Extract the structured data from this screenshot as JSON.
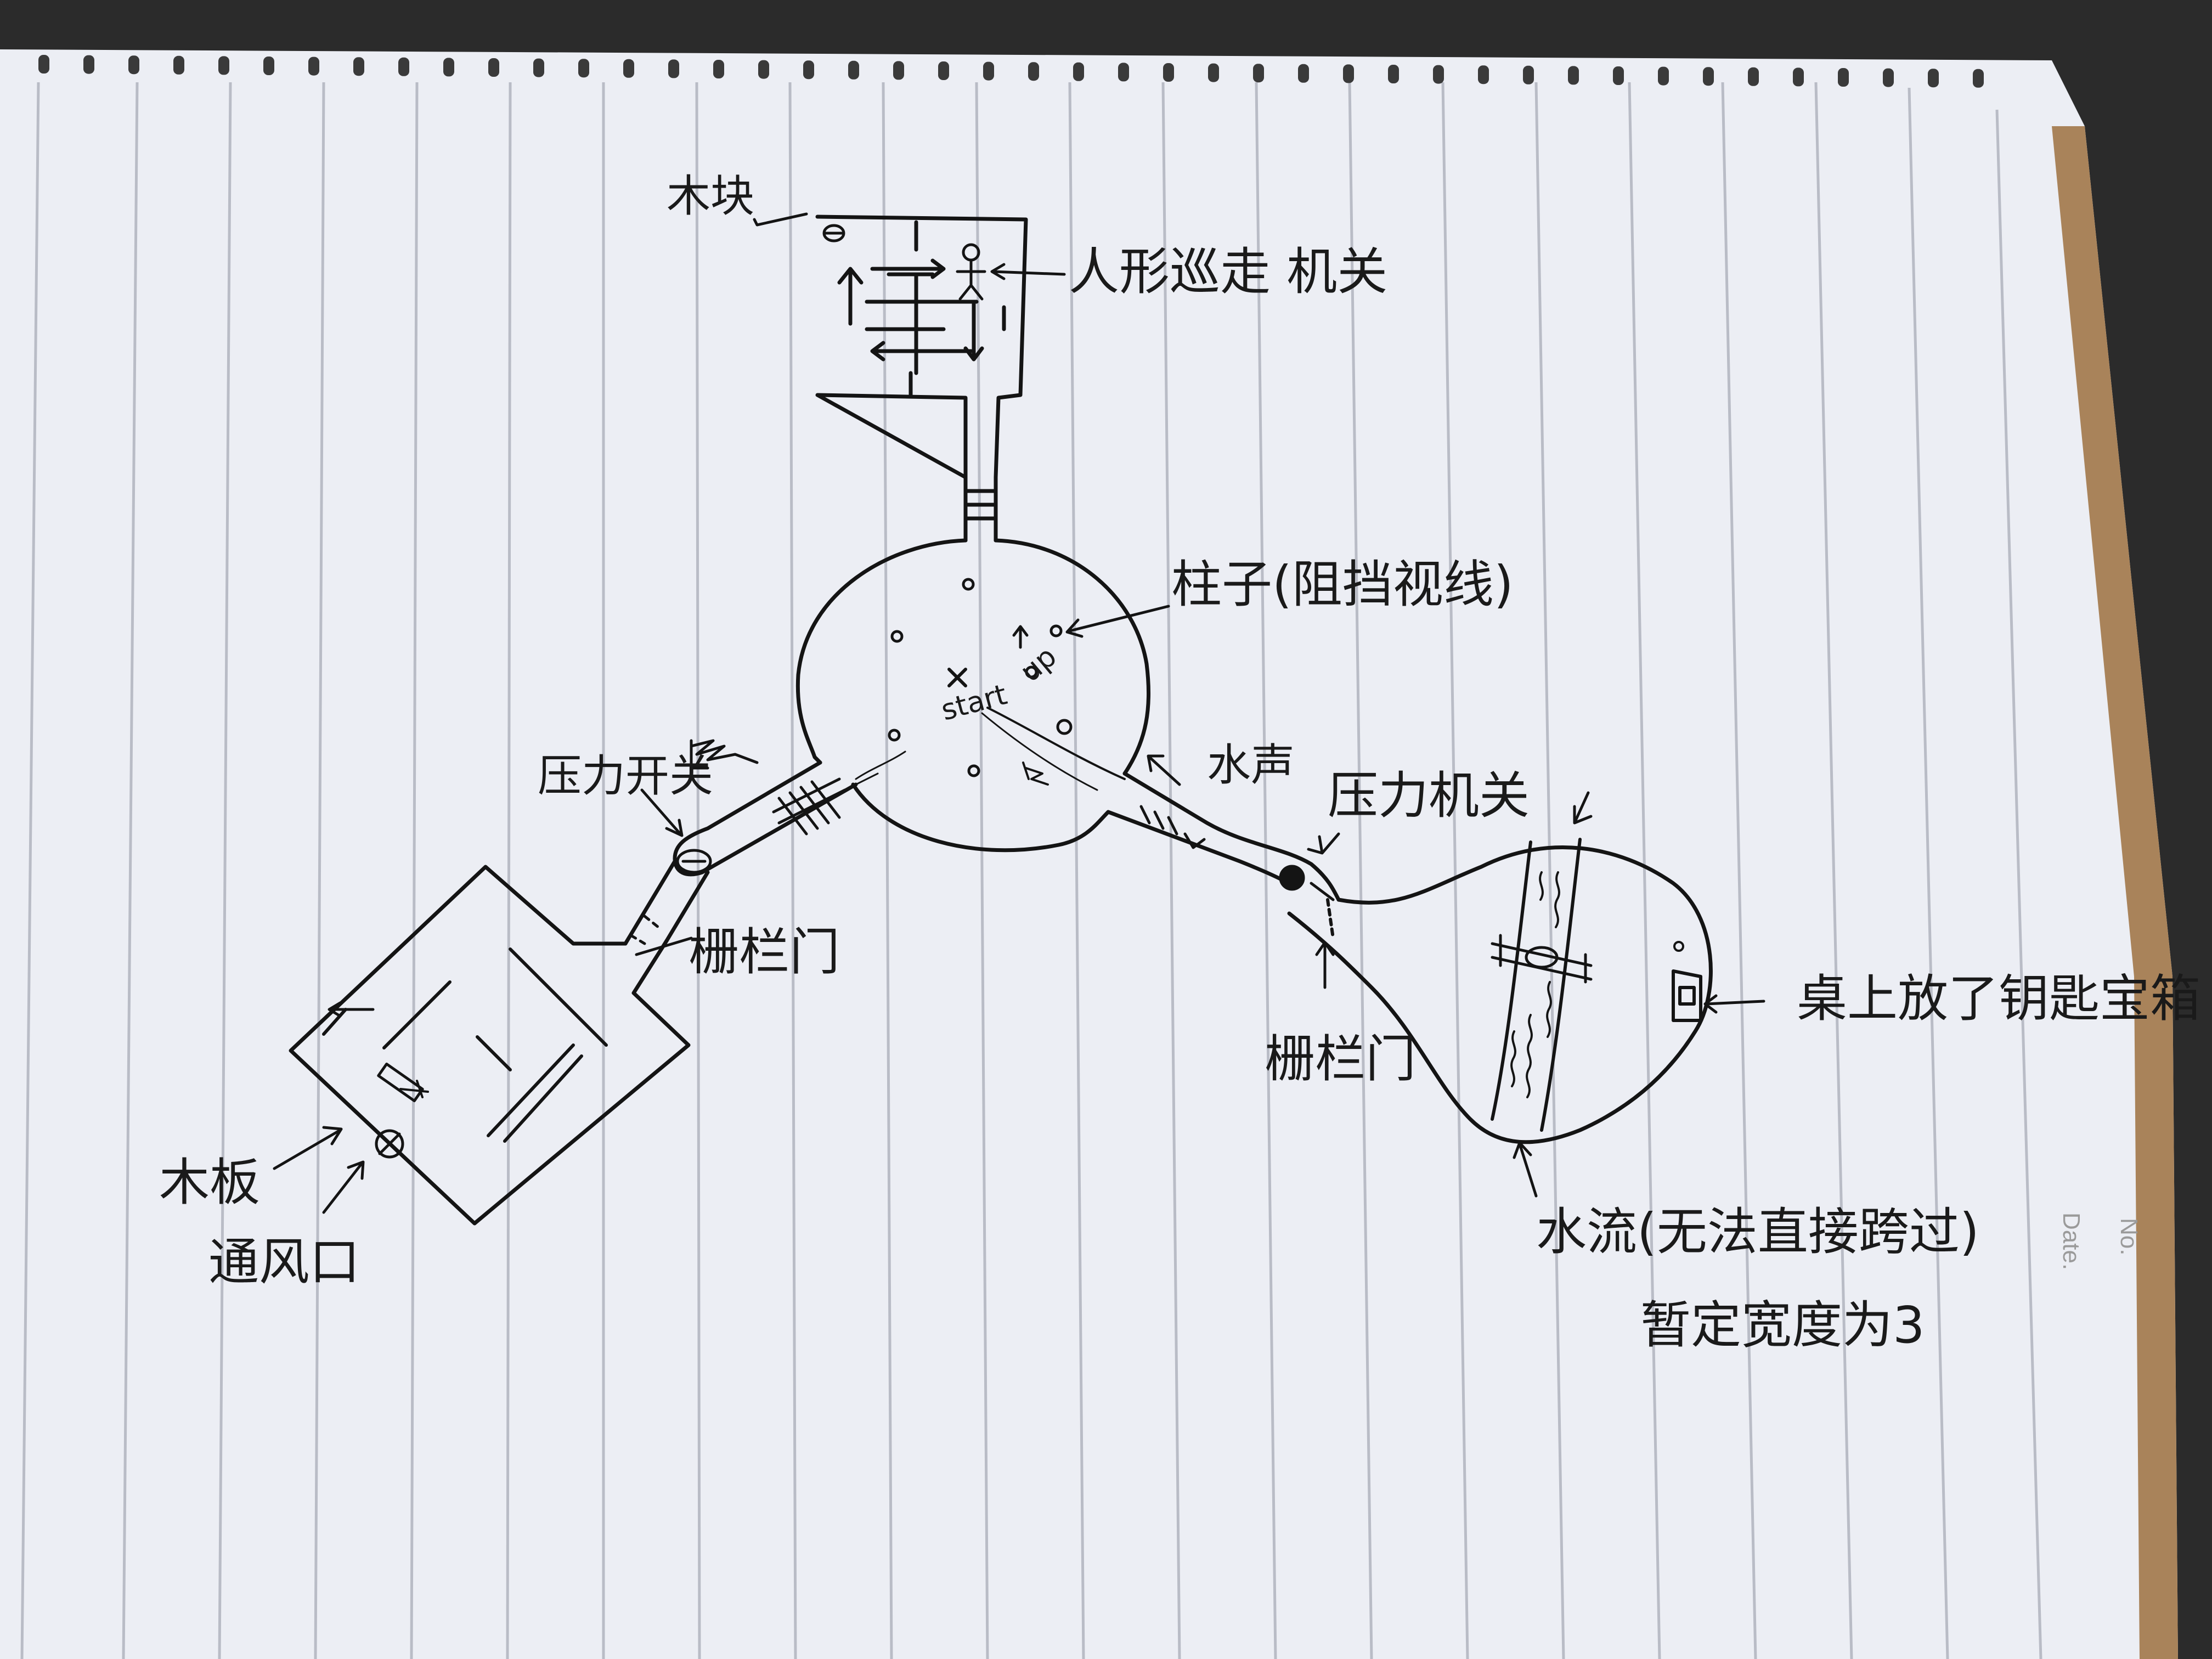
{
  "map": {
    "labels": {
      "wood_block": "木块",
      "humanoid_trap": "人形巡走 机关",
      "pillar": "柱子(阻挡视线)",
      "up": "up",
      "start": "start",
      "pressure_switch_left": "压力开关",
      "gate_left": "栅栏门",
      "water_sound": "水声",
      "pressure_switch_right": "压力机关",
      "gate_right": "栅栏门",
      "desk_key_chest": "桌上放了钥匙宝箱",
      "plank": "木板",
      "vent": "通风口",
      "water_flow": "水流(无法直接跨过)",
      "width_note": "暂定宽度为3"
    },
    "notebook": {
      "date_field": "Date.",
      "no_field": "No."
    }
  },
  "colors": {
    "paper": "#eceef4",
    "ink": "#141414",
    "rule_line": "#b9bcc6",
    "background": "#2b2b2b"
  }
}
